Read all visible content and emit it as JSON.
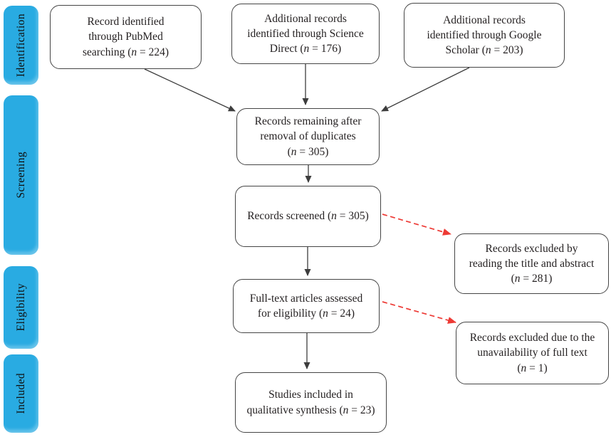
{
  "colors": {
    "accent-cyan": "#29abe2",
    "box-border": "#454545",
    "arrow": "#3d3d3d",
    "excluded-arrow-red": "#ed3a35",
    "text": "#231f20"
  },
  "sidebar": {
    "stages": [
      {
        "id": "identification",
        "label": "Identification"
      },
      {
        "id": "screening",
        "label": "Screening"
      },
      {
        "id": "eligibility",
        "label": "Eligibility"
      },
      {
        "id": "included",
        "label": "Included"
      }
    ]
  },
  "flowchart": {
    "boxes": {
      "pubmed": {
        "n": 224,
        "lines": [
          "Record identified",
          "through PubMed",
          "searching (n = 224)"
        ]
      },
      "science_direct": {
        "n": 176,
        "lines": [
          "Additional records",
          "identified through Science",
          "Direct (n = 176)"
        ]
      },
      "google_scholar": {
        "n": 203,
        "lines": [
          "Additional records",
          "identified through Google",
          "Scholar (n = 203)"
        ]
      },
      "duplicates_removed": {
        "n": 305,
        "lines": [
          "Records remaining after",
          "removal of duplicates",
          "(n = 305)"
        ]
      },
      "screened": {
        "n": 305,
        "lines": [
          "Records screened (n = 305)"
        ]
      },
      "full_text_assessed": {
        "n": 24,
        "lines": [
          "Full-text articles assessed",
          "for eligibility (n = 24)"
        ]
      },
      "included_studies": {
        "n": 23,
        "lines": [
          "Studies included in",
          "qualitative synthesis (n = 23)"
        ]
      },
      "excluded_title_abstract": {
        "n": 281,
        "lines": [
          "Records excluded by",
          "reading the title and abstract",
          "(n = 281)"
        ]
      },
      "excluded_no_full_text": {
        "n": 1,
        "lines": [
          "Records excluded due to the",
          "unavailability of full text",
          "(n = 1)"
        ]
      }
    }
  }
}
